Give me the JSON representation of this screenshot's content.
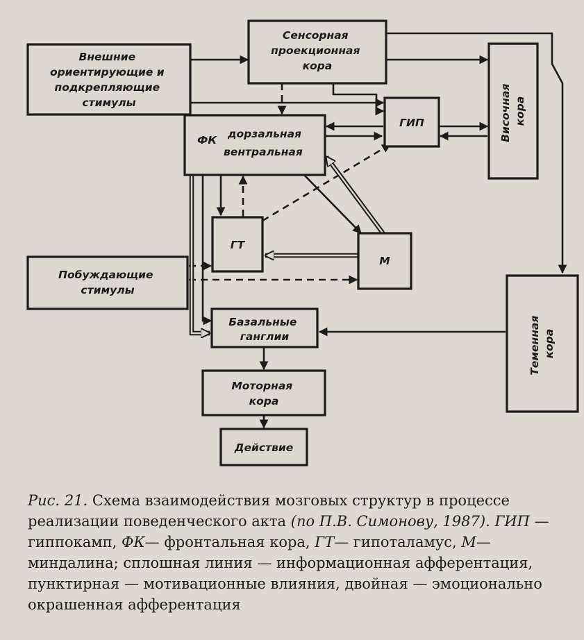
{
  "nodes": {
    "external_stimuli": [
      "Внешние",
      "ориентирующие и",
      "подкрепляющие",
      "стимулы"
    ],
    "sensory_cortex": [
      "Сенсорная",
      "проекционная",
      "кора"
    ],
    "frontal_cortex_abbr": "ФК",
    "frontal_cortex_parts": [
      "дорзальная",
      "вентральная"
    ],
    "hippocampus": "ГИП",
    "temporal_cortex": [
      "Височная",
      "кора"
    ],
    "hypothalamus": "ГТ",
    "amygdala": "М",
    "motivating_stimuli": [
      "Побуждающие",
      "стимулы"
    ],
    "basal_ganglia": [
      "Базальные",
      "ганглии"
    ],
    "parietal_cortex": [
      "Теменная",
      "кора"
    ],
    "motor_cortex": [
      "Моторная",
      "кора"
    ],
    "action": "Действие"
  },
  "caption": {
    "fig": "Рис. 21.",
    "title": " Схема взаимодействия мозговых структур в процессе реализации поведенческого акта ",
    "source": "(по П.В. Симонову, 1987).",
    "abbr_gip": "ГИП",
    "def_gip": " — гиппокамп, ",
    "abbr_fk": "ФК",
    "def_fk": "— фронтальная кора, ",
    "abbr_gt": "ГТ",
    "def_gt": "— гипоталамус, ",
    "abbr_m": "М",
    "def_m": "— миндалина; сплошная линия — информационная афферентация, пунктирная — мотивационные влияния, двойная — эмоционально окрашенная афферентация"
  }
}
